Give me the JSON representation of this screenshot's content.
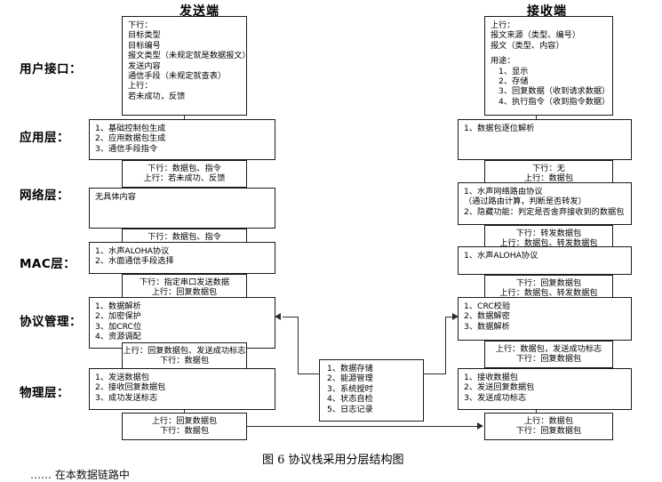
{
  "caption": "图 6 协议栈采用分层结构图",
  "footnote": "…… 在本数据链路中",
  "columns": {
    "sender_title": "发送端",
    "receiver_title": "接收端"
  },
  "layer_labels": {
    "user_interface": "用户接口：",
    "application": "应用层：",
    "network": "网络层：",
    "mac": "MAC层：",
    "protocol_mgmt": "协议管理：",
    "physical": "物理层："
  },
  "sender": {
    "user_interface": [
      "下行：",
      "目标类型",
      "目标编号",
      "报文类型（未规定就是数据报文）",
      "发送内容",
      "通信手段（未规定就查表）",
      "上行：",
      "若未成功，反馈"
    ],
    "iface_app": [
      "下行：数据包、指令",
      "上行：若未成功、反馈"
    ],
    "application": [
      "1、基础控制包生成",
      "2、应用数据包生成",
      "3、通信手段指令"
    ],
    "iface_net": [
      "下行：数据包、指令",
      "上行：若未成功，反馈"
    ],
    "network": [
      "无具体内容"
    ],
    "iface_mac": [
      "下行：指定串口发送数据",
      "上行：回复数据包"
    ],
    "mac": [
      "1、水声ALOHA协议",
      "2、水面通信手段选择"
    ],
    "iface_proto": [
      "上行：回复数据包、发送成功标志",
      "下行：数据包"
    ],
    "protocol_mgmt": [
      "1、数据解析",
      "2、加密保护",
      "3、加CRC位",
      "4、资源调配"
    ],
    "iface_phy": [
      "上行：回复数据包",
      "下行：数据包"
    ],
    "physical": [
      "1、发送数据包",
      "2、接收回复数据包",
      "3、成功发送标志"
    ]
  },
  "receiver": {
    "user_interface": [
      "上行：",
      "报文来源（类型、编号）",
      "报文（类型、内容）",
      "",
      "用途：",
      "1、显示",
      "2、存储",
      "3、回复数据（收到请求数据）",
      "4、执行指令（收到指令数据）"
    ],
    "application": [
      "1、数据包逐位解析"
    ],
    "iface_net": [
      "下行：无",
      "上行：数据包"
    ],
    "network": [
      "1、水声网络路由协议",
      "（通过路由计算，判断是否转发）",
      "2、隐藏功能：判定是否舍弃接收到的数据包"
    ],
    "iface_mac": [
      "下行：转发数据包",
      "上行：数据包、转发数据包"
    ],
    "mac": [
      "1、水声ALOHA协议"
    ],
    "iface_proto": [
      "下行：回复数据包",
      "上行：数据包、转发数据包"
    ],
    "protocol_mgmt": [
      "1、CRC校验",
      "2、数据解密",
      "3、数据解析"
    ],
    "iface_phy": [
      "上行：数据包，发送成功标志",
      "下行：回复数据包"
    ],
    "physical": [
      "1、接收数据包",
      "2、发送回复数据包",
      "3、发送成功标志"
    ],
    "iface_bottom": [
      "上行：数据包",
      "下行：回复数据包"
    ]
  },
  "center": {
    "items": [
      "1、数据存储",
      "2、能源管理",
      "3、系统授时",
      "4、状态自检",
      "5、日志记录"
    ]
  },
  "colors": {
    "line": "#1a1a1a",
    "background": "#ffffff",
    "text": "#000000"
  }
}
